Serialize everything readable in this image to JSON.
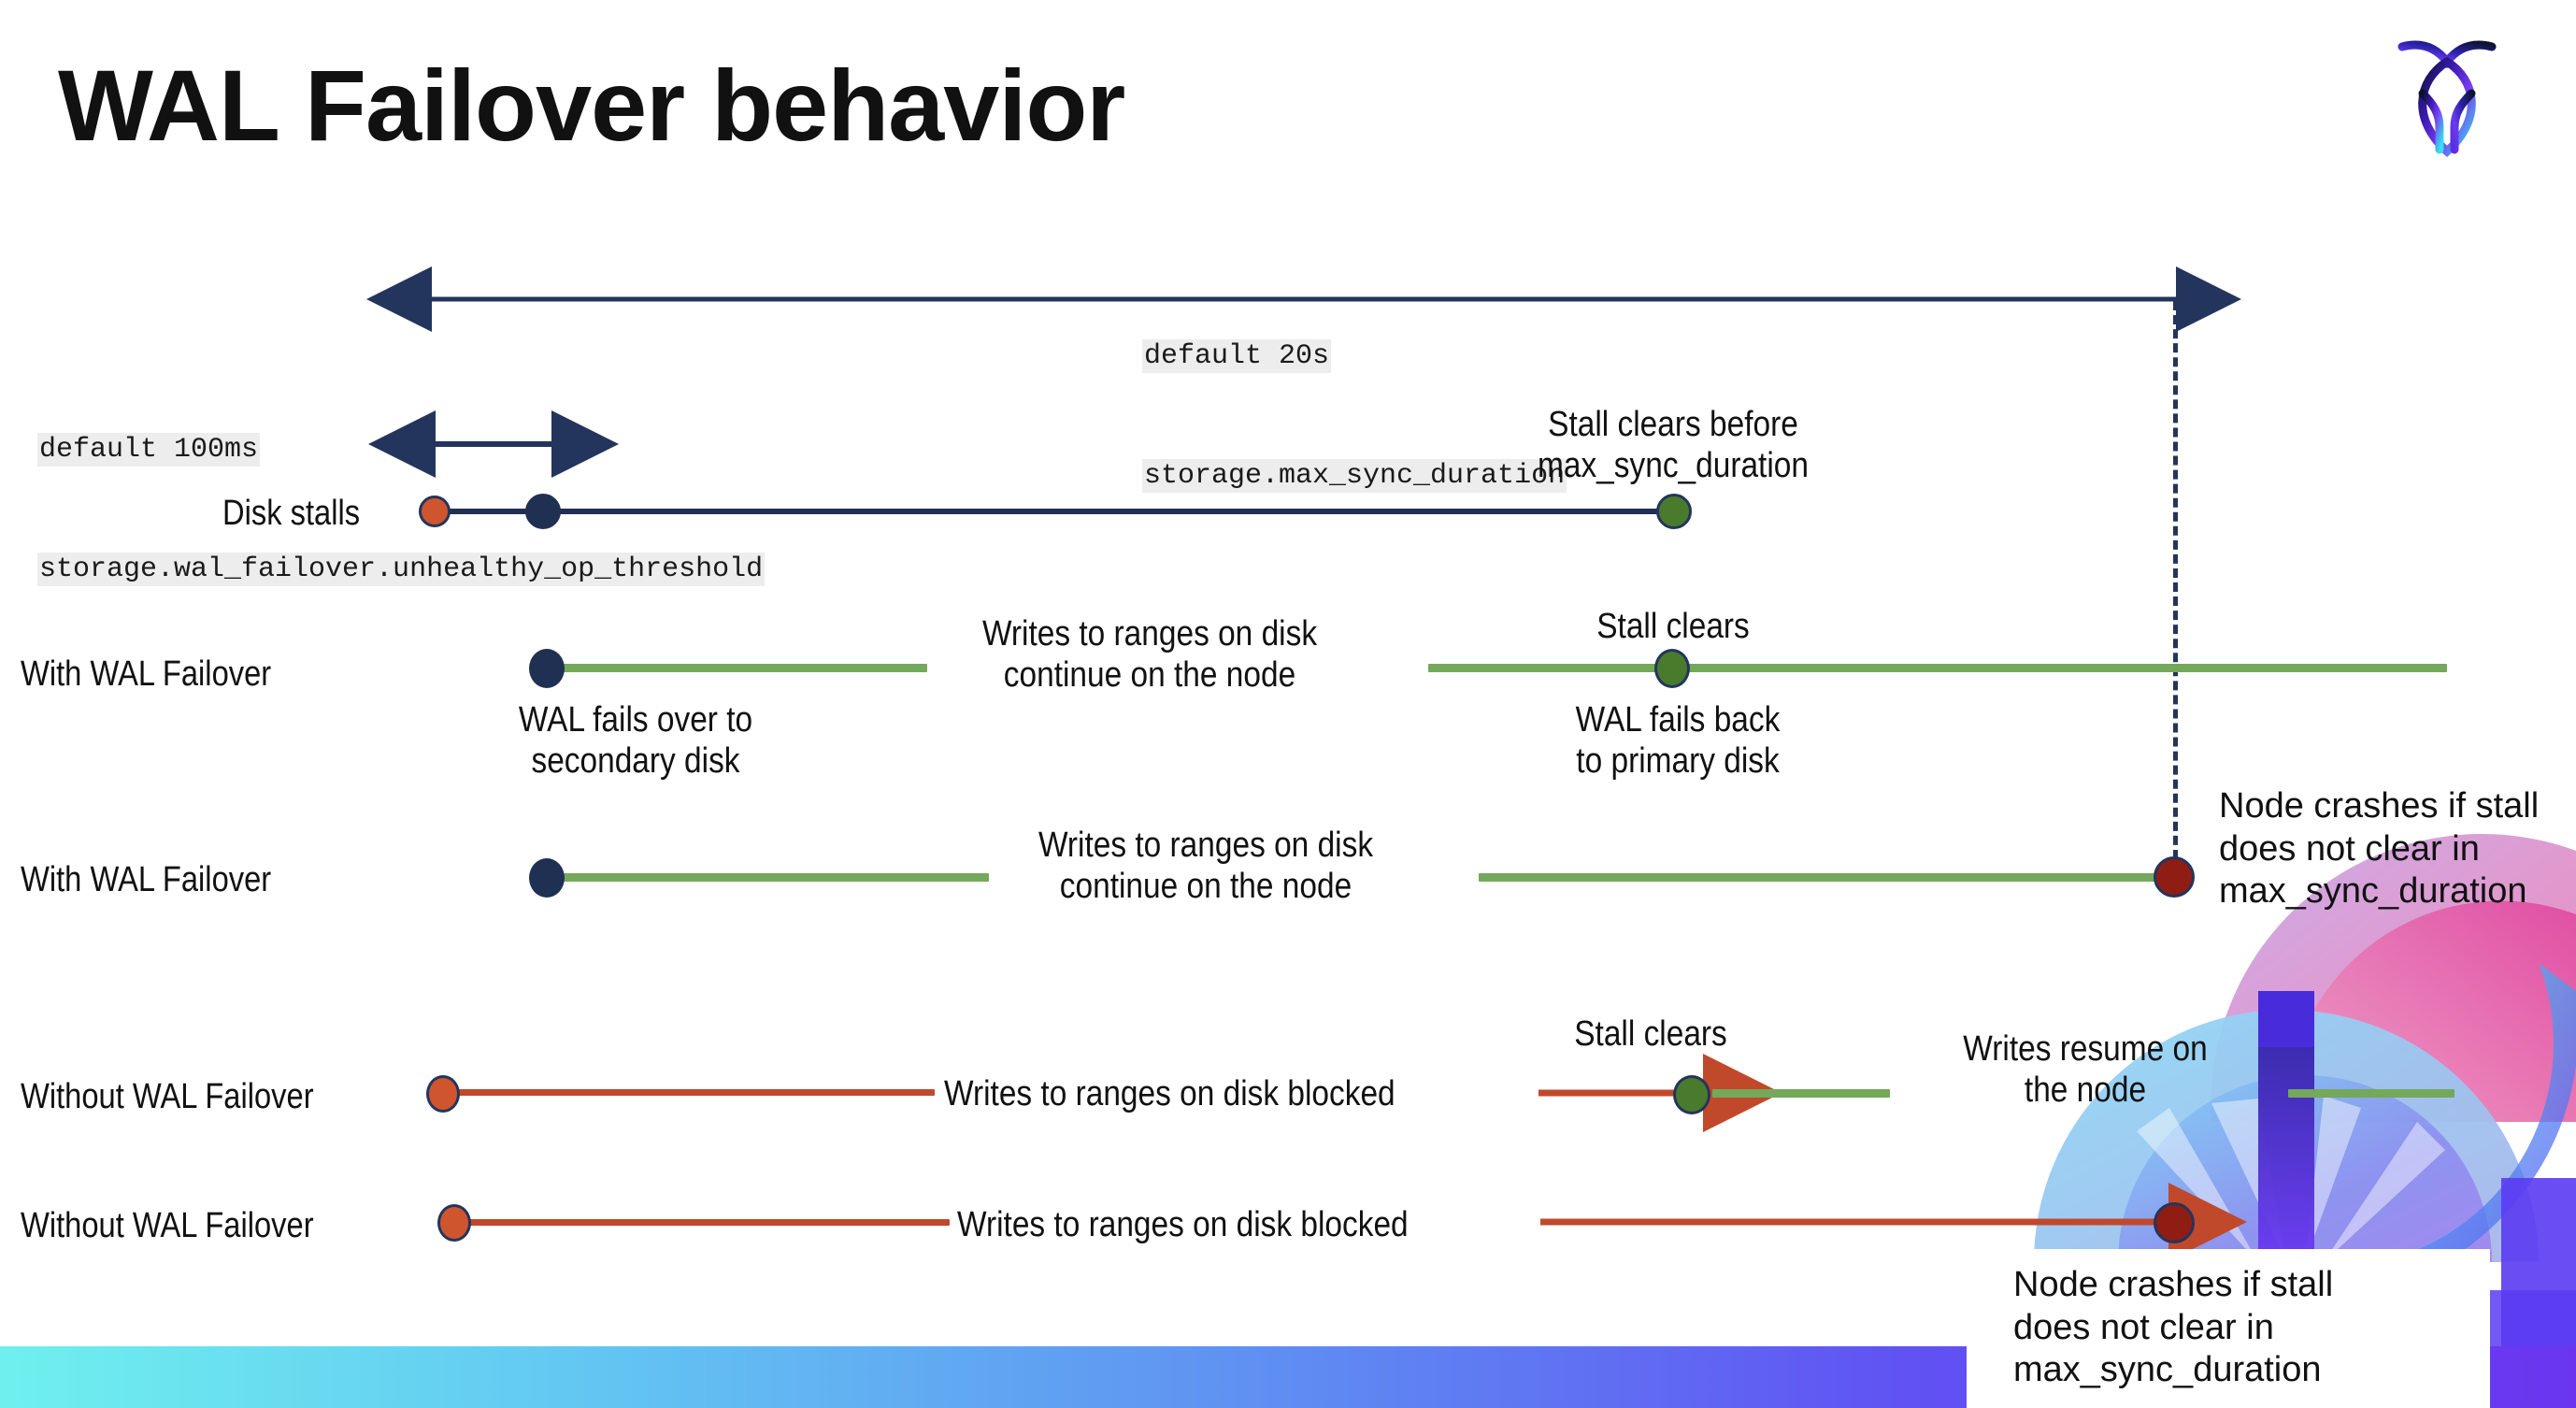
{
  "slide": {
    "title": "WAL Failover behavior",
    "logo_name": "cockroachdb-logo"
  },
  "settings": {
    "max_sync": {
      "default_label": "default 20s",
      "setting_name": "storage.max_sync_duration"
    },
    "unhealthy_op": {
      "default_label": "default 100ms",
      "setting_name": "storage.wal_failover.unhealthy_op_threshold"
    }
  },
  "timelines": [
    {
      "id": "disk-stalls",
      "label": "Disk stalls",
      "annotations": [
        "Stall clears before\nmax_sync_duration"
      ]
    },
    {
      "id": "with-wal-failover-clears",
      "label": "With WAL Failover",
      "annotations": [
        "WAL fails over to\nsecondary disk",
        "Writes to ranges on disk\ncontinue on the node",
        "Stall clears",
        "WAL fails  back\nto primary disk"
      ]
    },
    {
      "id": "with-wal-failover-crash",
      "label": "With WAL Failover",
      "annotations": [
        "Writes to ranges on disk\ncontinue on the node",
        "Node crashes if stall\ndoes not clear in\nmax_sync_duration"
      ]
    },
    {
      "id": "without-wal-failover-clears",
      "label": "Without WAL Failover",
      "annotations": [
        "Writes to ranges on disk  blocked",
        "Stall clears",
        "Writes resume on\nthe node"
      ]
    },
    {
      "id": "without-wal-failover-crash",
      "label": "Without WAL Failover",
      "annotations": [
        "Writes to ranges on disk  blocked",
        "Node crashes if stall\ndoes not clear in\nmax_sync_duration"
      ]
    }
  ],
  "labels": {
    "disk_stalls": "Disk stalls",
    "with_wal_failover_1": "With WAL Failover",
    "with_wal_failover_2": "With WAL Failover",
    "without_wal_failover_1": "Without WAL Failover",
    "without_wal_failover_2": "Without WAL Failover"
  },
  "notes": {
    "stall_clears_before_max": "Stall clears before\nmax_sync_duration",
    "wal_fails_over": "WAL fails over to\nsecondary disk",
    "writes_continue_1": "Writes to ranges on disk\ncontinue on the node",
    "stall_clears_row2": "Stall clears",
    "wal_fails_back": "WAL fails  back\nto primary disk",
    "writes_continue_2": "Writes to ranges on disk\ncontinue on the node",
    "node_crashes_row3": "Node crashes if stall\ndoes not clear in\nmax_sync_duration",
    "writes_blocked_1": "Writes to ranges on disk  blocked",
    "stall_clears_row4": "Stall clears",
    "writes_resume": "Writes resume on\nthe node",
    "writes_blocked_2": "Writes to ranges on disk  blocked",
    "node_crashes_row5": "Node crashes if stall\ndoes not clear in\nmax_sync_duration"
  },
  "colors": {
    "navy": "#1f3053",
    "green_line": "#74a85a",
    "green_dot": "#4a7a2b",
    "red_line": "#c0492c",
    "red_dot": "#8f1d14",
    "orange_dot": "#cf552f",
    "code_chip_bg": "#ededed",
    "bottom_bar_start": "#6ff0ee",
    "bottom_bar_end": "#6b35ef"
  }
}
